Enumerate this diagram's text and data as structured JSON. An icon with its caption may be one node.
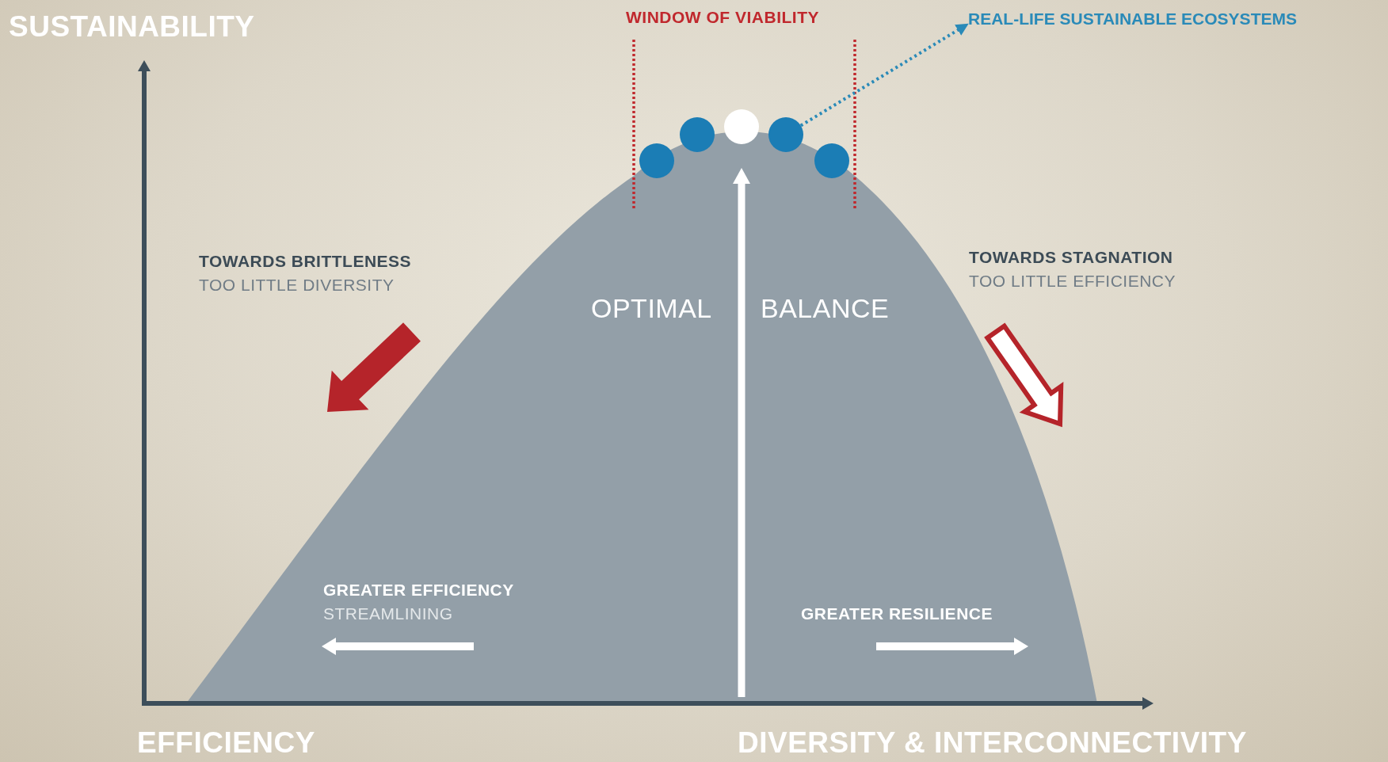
{
  "diagram": {
    "nodes": [
      {
        "text": [],
        "shape": "circle"
      },
      {
        "text": [],
        "shape": "circle"
      },
      {
        "text": [],
        "shape": "circle"
      },
      {
        "text": [],
        "shape": "circle"
      },
      {
        "text": [],
        "shape": "circle"
      },
      {
        "text": [
          "REAL-LIFE SUSTAINABLE ECOSYSTEMS"
        ]
      }
    ],
    "edges": [
      {
        "from": 3,
        "to": 5,
        "arrow": "to",
        "style": "dashed"
      }
    ],
    "labels": [
      "SUSTAINABILITY",
      "WINDOW OF VIABILITY",
      "TOWARDS BRITTLENESS",
      "TOO LITTLE DIVERSITY",
      "TOWARDS STAGNATION",
      "TOO LITTLE EFFICIENCY",
      "OPTIMAL",
      "BALANCE",
      "GREATER EFFICIENCY",
      "STREAMLINING",
      "GREATER RESILIENCE",
      "EFFICIENCY",
      "DIVERSITY & INTERCONNECTIVITY"
    ]
  }
}
